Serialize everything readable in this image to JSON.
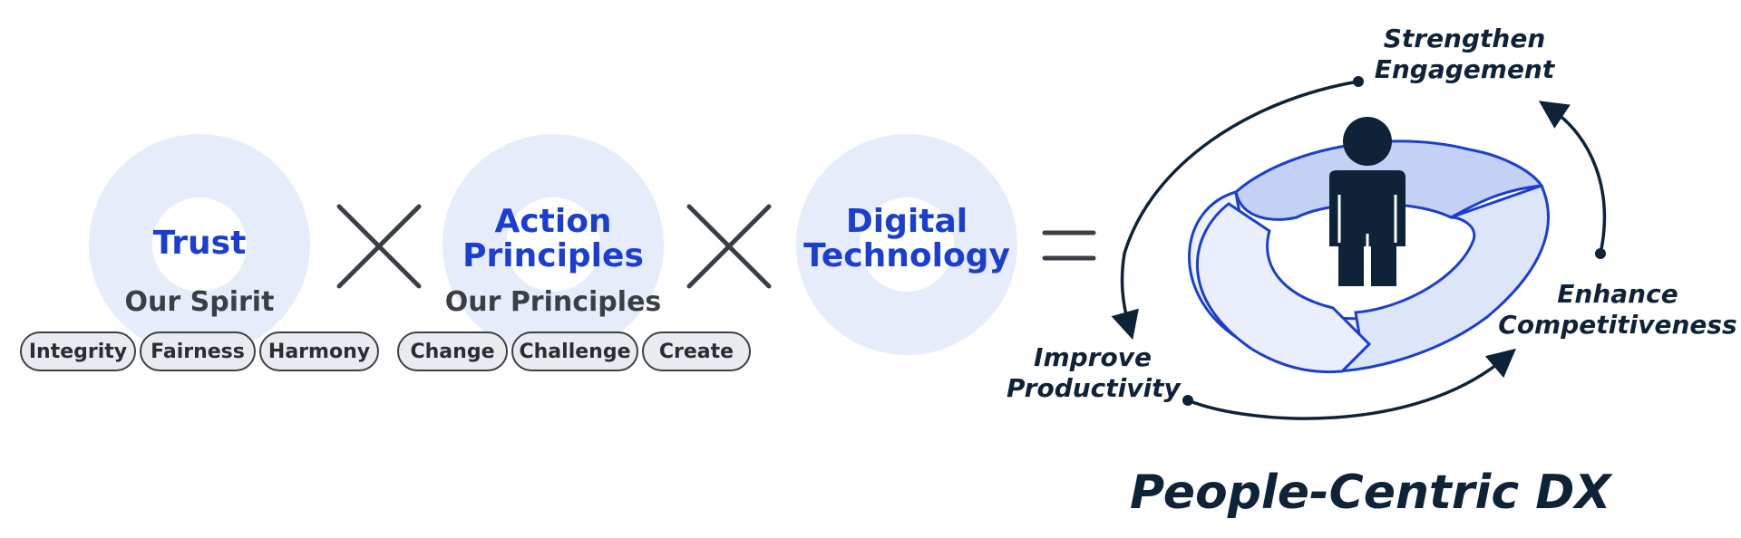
{
  "pillars": [
    {
      "title": "Trust",
      "subtitle": "Our Spirit",
      "values": [
        "Integrity",
        "Fairness",
        "Harmony"
      ]
    },
    {
      "title": "Action\nPrinciples",
      "subtitle": "Our Principles",
      "values": [
        "Change",
        "Challenge",
        "Create"
      ]
    },
    {
      "title": "Digital\nTechnology"
    }
  ],
  "operators": {
    "multiply_icon": "times-icon",
    "equals_icon": "equals-icon"
  },
  "cycle": {
    "top": "Strengthen\nEngagement",
    "right": "Enhance\nCompetitiveness",
    "left": "Improve\nProductivity"
  },
  "result_title": "People-Centric DX",
  "colors": {
    "accent_blue": "#1a3fd0",
    "ring_fill": "#e6ecfa",
    "dark_navy": "#0f2338",
    "operator_gray": "#3a3f45"
  }
}
